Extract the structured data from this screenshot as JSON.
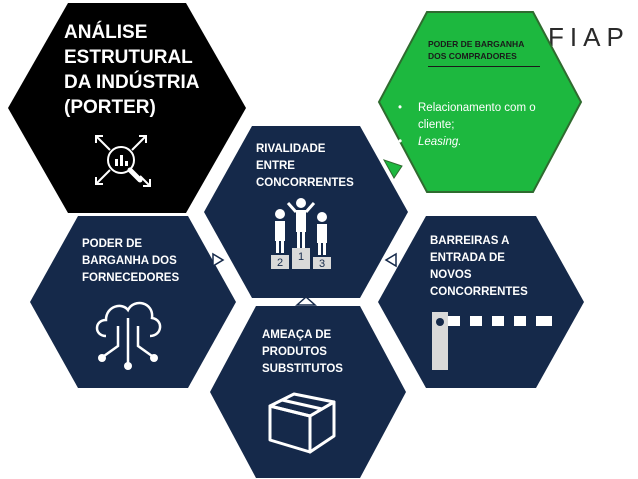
{
  "logo": {
    "text": "FIAP"
  },
  "title": {
    "line1": "ANÁLISE",
    "line2": "ESTRUTURAL",
    "line3": "DA INDÚSTRIA",
    "line4": "(PORTER)"
  },
  "rivalry": {
    "line1": "RIVALIDADE",
    "line2": "ENTRE",
    "line3": "CONCORRENTES",
    "podium": {
      "first": "1",
      "second": "2",
      "third": "3"
    }
  },
  "buyers": {
    "heading_line1": "PODER DE BARGANHA",
    "heading_line2": "DOS COMPRADORES",
    "items": [
      "Relacionamento com o cliente;",
      "Leasing."
    ]
  },
  "suppliers": {
    "line1": "PODER DE",
    "line2": "BARGANHA DOS",
    "line3": "FORNECEDORES"
  },
  "entrants": {
    "line1": "BARREIRAS A",
    "line2": "ENTRADA DE",
    "line3": "NOVOS",
    "line4": "CONCORRENTES"
  },
  "substitutes": {
    "line1": "AMEAÇA DE",
    "line2": "PRODUTOS",
    "line3": "SUBSTITUTOS"
  },
  "colors": {
    "navy": "#15294a",
    "black": "#000000",
    "green": "#1db83f",
    "green_border": "#2f6b2f"
  },
  "icons": [
    "analytics-icon",
    "podium-icon",
    "cloud-network-icon",
    "barrier-gate-icon",
    "box-icon"
  ]
}
